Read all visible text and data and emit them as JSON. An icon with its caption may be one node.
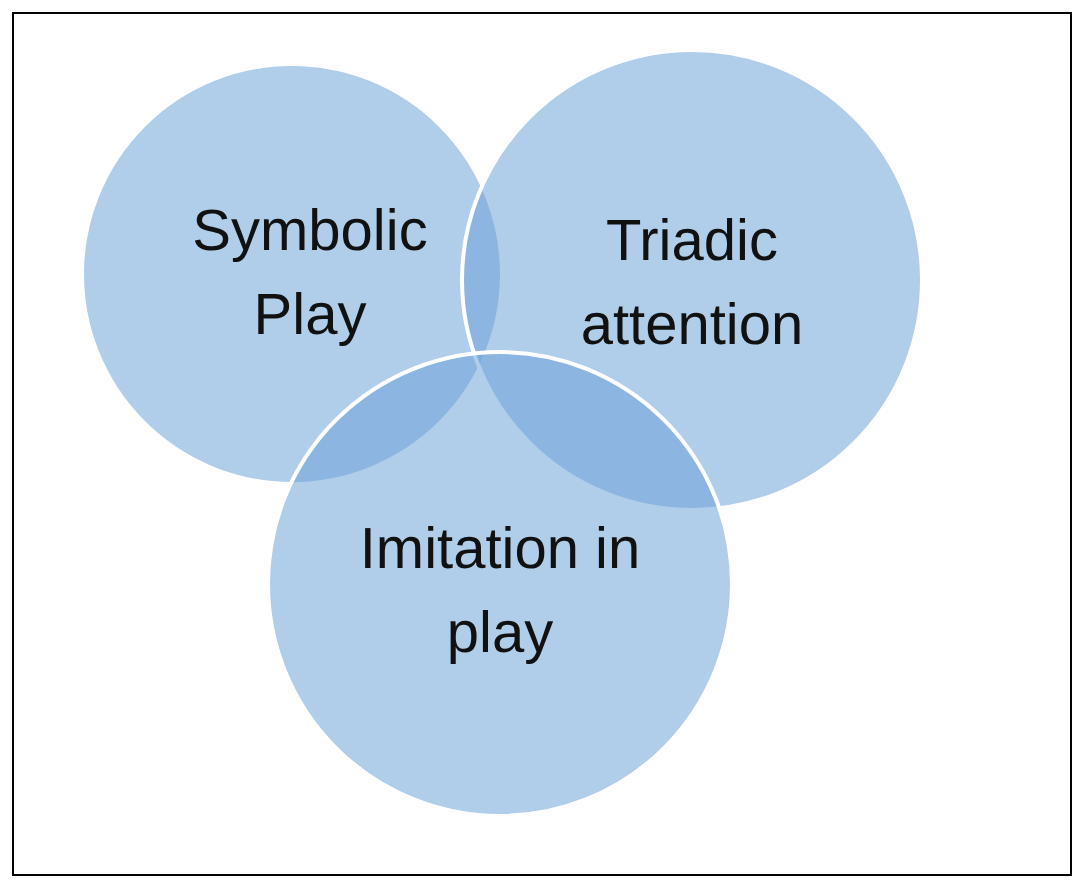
{
  "diagram": {
    "nodes": [
      {
        "text": [
          "Symbolic Play"
        ]
      },
      {
        "text": [
          "Triadic attention"
        ]
      },
      {
        "text": [
          "Imitation in play"
        ]
      }
    ],
    "edges": []
  }
}
